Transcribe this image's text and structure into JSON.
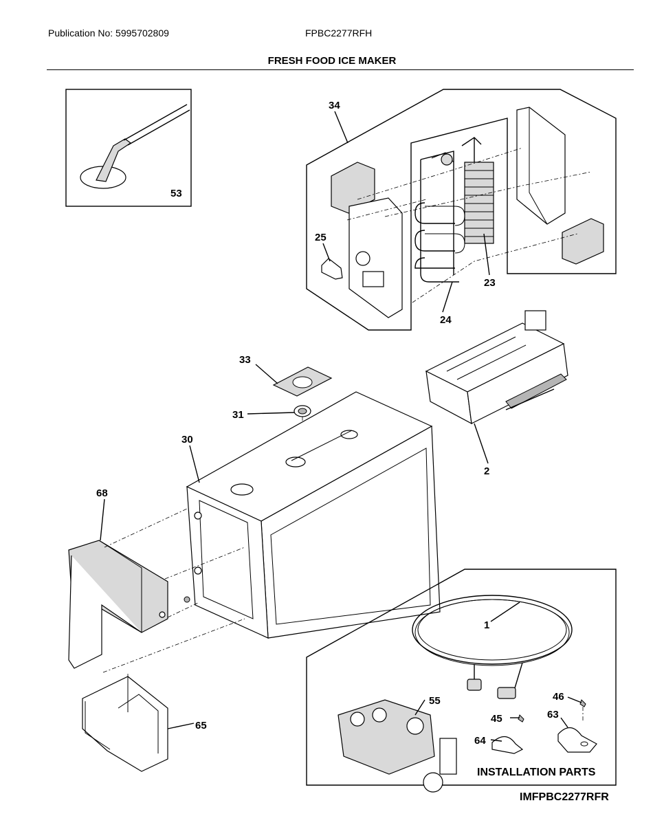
{
  "header": {
    "publication": "Publication No: 5995702809",
    "model": "FPBC2277RFH",
    "title": "FRESH FOOD ICE MAKER"
  },
  "callouts": {
    "p53": "53",
    "p34": "34",
    "p25": "25",
    "p23": "23",
    "p24": "24",
    "p33": "33",
    "p31": "31",
    "p30": "30",
    "p2": "2",
    "p68": "68",
    "p65": "65",
    "p1": "1",
    "p55": "55",
    "p46": "46",
    "p45": "45",
    "p63": "63",
    "p64": "64"
  },
  "installation_label": "INSTALLATION PARTS",
  "footer_code": "IMFPBC2277RFR"
}
